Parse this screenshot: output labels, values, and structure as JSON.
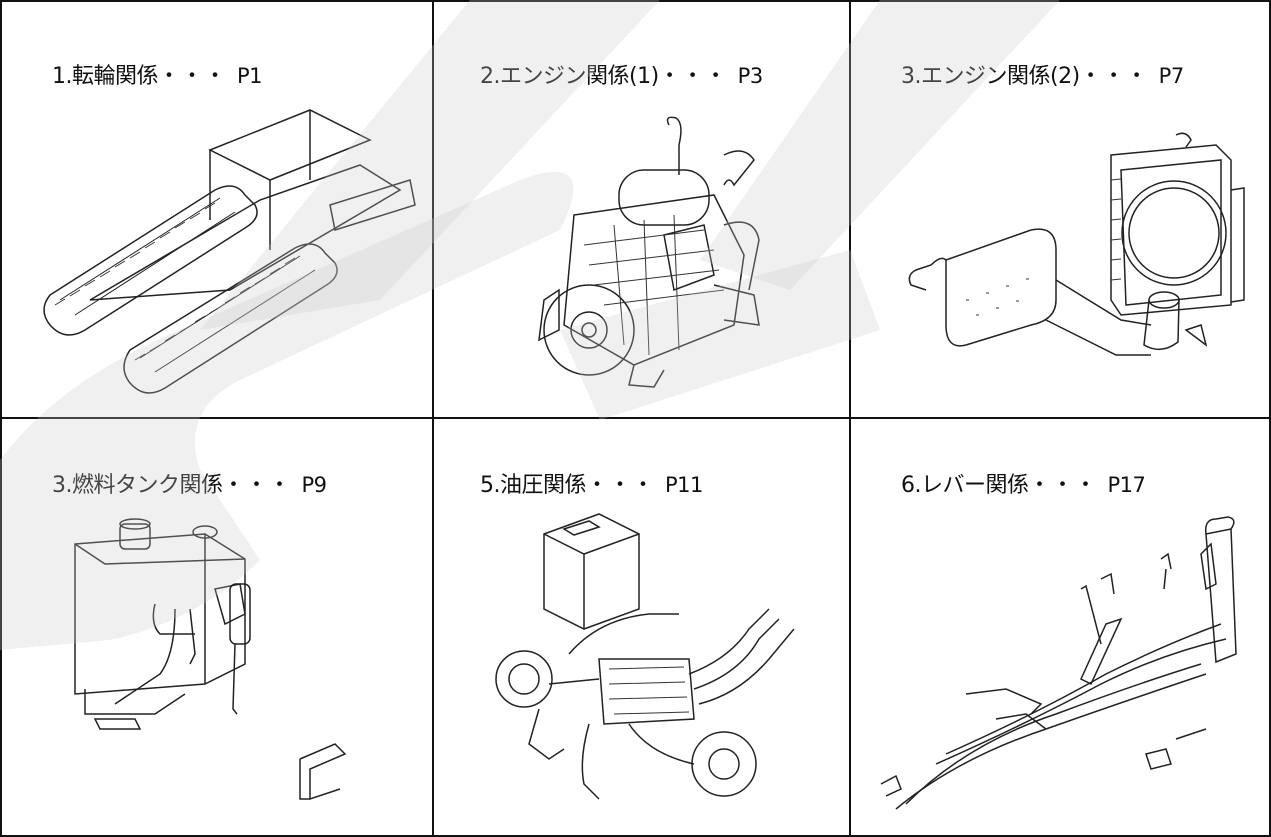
{
  "cells": [
    {
      "label": "1.転輪関係",
      "dots": "・・・",
      "page": "P1",
      "icon": "crawler-undercarriage"
    },
    {
      "label": "2.エンジン関係(1)",
      "dots": "・・・",
      "page": "P3",
      "icon": "engine"
    },
    {
      "label": "3.エンジン関係(2)",
      "dots": "・・・",
      "page": "P7",
      "icon": "radiator-muffler"
    },
    {
      "label": "3.燃料タンク関係",
      "dots": "・・・",
      "page": "P9",
      "icon": "fuel-tank"
    },
    {
      "label": "5.油圧関係",
      "dots": "・・・",
      "page": "P11",
      "icon": "hydraulic-system"
    },
    {
      "label": "6.レバー関係",
      "dots": "・・・",
      "page": "P17",
      "icon": "control-levers"
    }
  ],
  "colors": {
    "line": "#111111",
    "watermark": "#c8c8c8"
  }
}
